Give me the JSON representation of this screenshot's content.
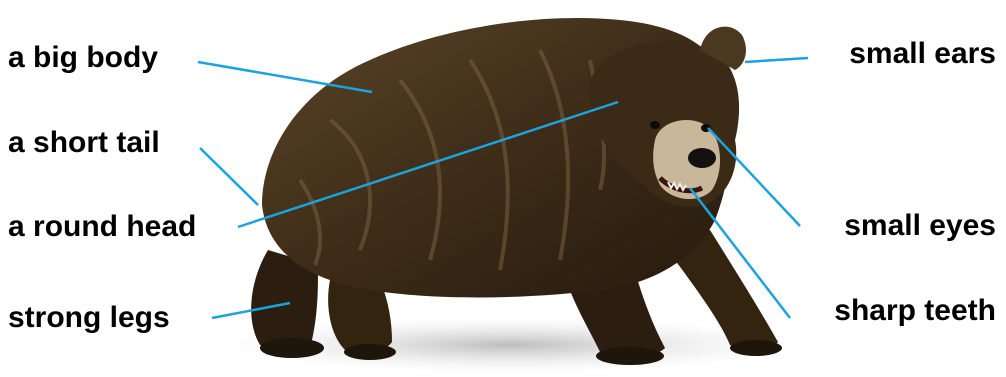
{
  "labels": {
    "big_body": "a big body",
    "short_tail": "a short tail",
    "round_head": "a round head",
    "strong_legs": "strong legs",
    "small_ears": "small ears",
    "small_eyes": "small eyes",
    "sharp_teeth": "sharp teeth"
  },
  "colors": {
    "leader_line": "#1aa3dd",
    "label_text": "#000000",
    "fur_dark": "#2d2013",
    "fur_mid": "#4b3820",
    "fur_light": "#7a6040",
    "shadow": "#c9c9c9"
  }
}
